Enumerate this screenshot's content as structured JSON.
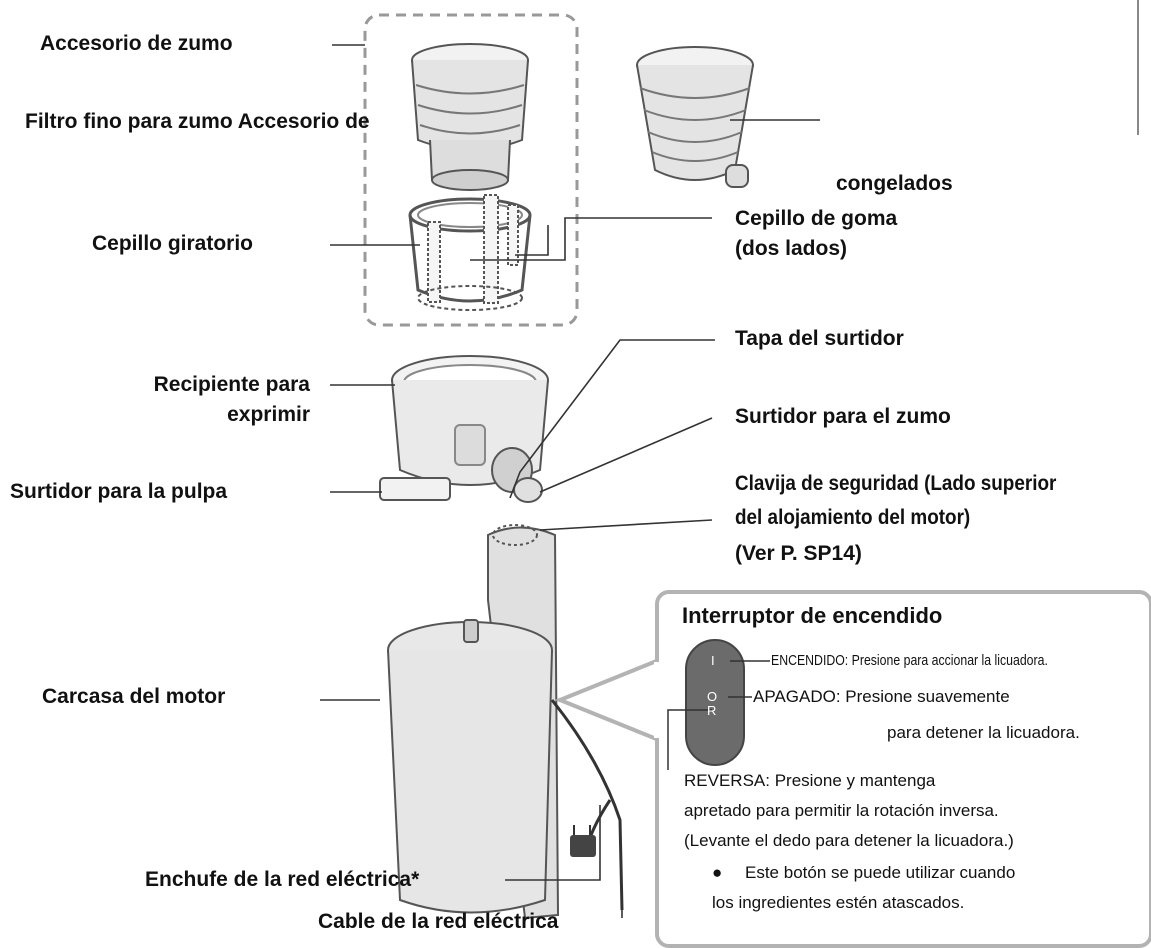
{
  "labels": {
    "accesorio_zumo": "Accesorio de zumo",
    "filtro_fino": "Filtro fino para zumo Accesorio de",
    "congelados": "congelados",
    "cepillo_giratorio": "Cepillo giratorio",
    "cepillo_goma_1": "Cepillo de goma",
    "cepillo_goma_2": "(dos lados)",
    "tapa_surtidor": "Tapa del surtidor",
    "recipiente_1": "Recipiente para",
    "recipiente_2": "exprimir",
    "surtidor_zumo": "Surtidor para el zumo",
    "surtidor_pulpa": "Surtidor para la pulpa",
    "clavija_1": "Clavija de seguridad (Lado superior",
    "clavija_2": "del alojamiento del motor)",
    "clavija_3": "(Ver P. SP14)",
    "carcasa": "Carcasa del motor",
    "enchufe": "Enchufe de la red eléctrica*",
    "cable": "Cable de la red eléctrica"
  },
  "switch_panel": {
    "title": "Interruptor de encendido",
    "button_on": "I",
    "button_off": "O",
    "button_rev": "R",
    "on_text": "ENCENDIDO: Presione para accionar la licuadora.",
    "off_text_1": "APAGADO:  Presione suavemente",
    "off_text_2": "para detener la licuadora.",
    "rev_text_1": "REVERSA: Presione y mantenga",
    "rev_text_2": "apretado para permitir la rotación inversa.",
    "rev_text_3": "(Levante el dedo para detener la licuadora.)",
    "note_1": "Este botón se puede utilizar cuando",
    "note_2": "los ingredientes estén atascados.",
    "bullet": "●"
  },
  "colors": {
    "outline": "#555555",
    "part_fill": "#e6e6e6",
    "dashed_box": "#999999",
    "panel_border": "#b3b3b3",
    "switch_fill": "#6b6b6b"
  }
}
